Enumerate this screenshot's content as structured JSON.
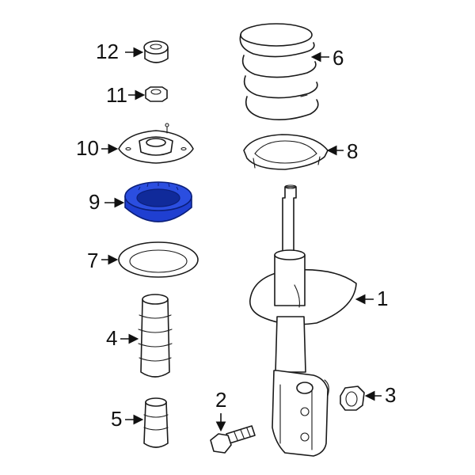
{
  "colors": {
    "highlight_fill": "#1f3fd1",
    "highlight_dark": "#102a9a",
    "line": "#1a1a1a",
    "background": "#ffffff"
  },
  "callouts": [
    {
      "id": "1",
      "label": "1"
    },
    {
      "id": "2",
      "label": "2"
    },
    {
      "id": "3",
      "label": "3"
    },
    {
      "id": "4",
      "label": "4"
    },
    {
      "id": "5",
      "label": "5"
    },
    {
      "id": "6",
      "label": "6"
    },
    {
      "id": "7",
      "label": "7"
    },
    {
      "id": "8",
      "label": "8"
    },
    {
      "id": "9",
      "label": "9"
    },
    {
      "id": "10",
      "label": "10"
    },
    {
      "id": "11",
      "label": "11"
    },
    {
      "id": "12",
      "label": "12"
    }
  ],
  "highlighted_part": "9"
}
